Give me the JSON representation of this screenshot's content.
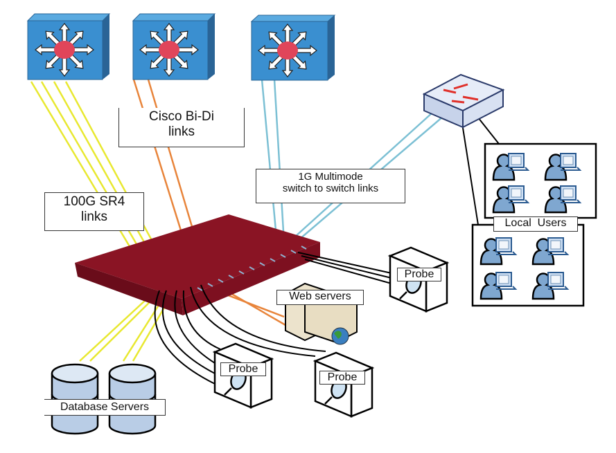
{
  "labels": {
    "bidi": [
      "Cisco Bi-Di",
      "links"
    ],
    "sr4": [
      "100G SR4",
      "links"
    ],
    "multimode": [
      "1G Multimode",
      "switch to switch links"
    ],
    "web_servers": "Web servers",
    "probe_right": "Probe",
    "probe_mid": "Probe",
    "probe_low": "Probe",
    "database_servers": "Database Servers",
    "local_users": "Local  Users"
  },
  "colors": {
    "switch_blue": "#3a8fd0",
    "switch_side": "#2a6496",
    "sr4_link": "#e8e830",
    "bidi_link": "#e8843a",
    "multimode_link": "#7cc0d4",
    "copper_link": "#000000",
    "chassis": "#7d1020",
    "hub_red": "#e0455a"
  },
  "nodes": {
    "core_switches": 3,
    "access_switch": 1,
    "user_groups": 2,
    "users_per_group": 4
  }
}
